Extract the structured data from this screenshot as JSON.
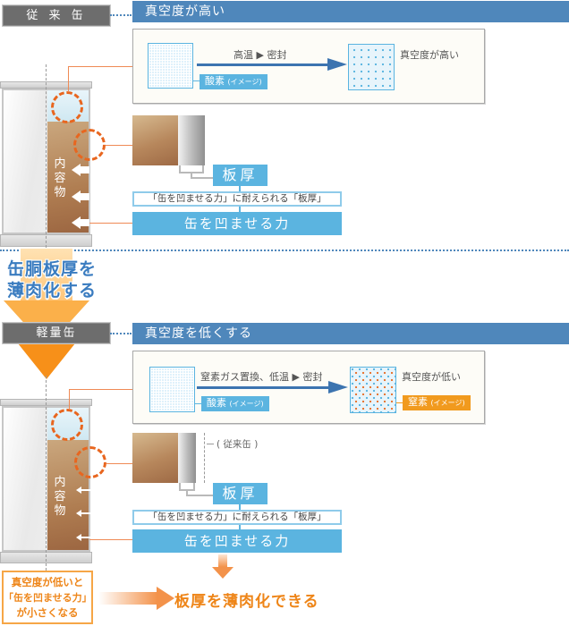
{
  "sections": [
    {
      "id": "conventional",
      "can_type_label": "従 来 缶",
      "vacuum_bar_label": "真空度が高い",
      "process": {
        "step_text": "高温 ▶ 密封",
        "before_label": "酸素",
        "before_label_note": "(イメージ)",
        "after_text": "真空度が高い",
        "after_label": null
      },
      "can": {
        "contents_label": "内容物"
      },
      "thickness": {
        "label": "板厚",
        "note": "「缶を凹ませる力」に耐えられる「板厚」",
        "force_label": "缶を凹ませる力",
        "reference_note": null
      }
    },
    {
      "id": "lightweight",
      "can_type_label": "軽量缶",
      "vacuum_bar_label": "真空度を低くする",
      "process": {
        "step_text": "窒素ガス置換、低温 ▶ 密封",
        "before_label": "酸素",
        "before_label_note": "(イメージ)",
        "after_text": "真空度が低い",
        "after_label": "窒素",
        "after_label_note": "(イメージ)"
      },
      "can": {
        "contents_label": "内容物"
      },
      "thickness": {
        "label": "板厚",
        "note": "「缶を凹ませる力」に耐えられる「板厚」",
        "force_label": "缶を凹ませる力",
        "reference_note": "( 従来缶 )"
      }
    }
  ],
  "transition": {
    "text_line1": "缶胴板厚を",
    "text_line2": "薄肉化する"
  },
  "conclusion": {
    "cause_line1": "真空度が低いと",
    "cause_line2": "「缶を凹ませる力」",
    "cause_line3": "が小さくなる",
    "result": "板厚を薄肉化できる"
  },
  "colors": {
    "header_blue": "#4f87bb",
    "label_blue": "#5bb4e0",
    "accent_orange": "#f19a1e",
    "dashed_circle_orange": "#e8661f",
    "tag_gray": "#6d6d6d"
  }
}
